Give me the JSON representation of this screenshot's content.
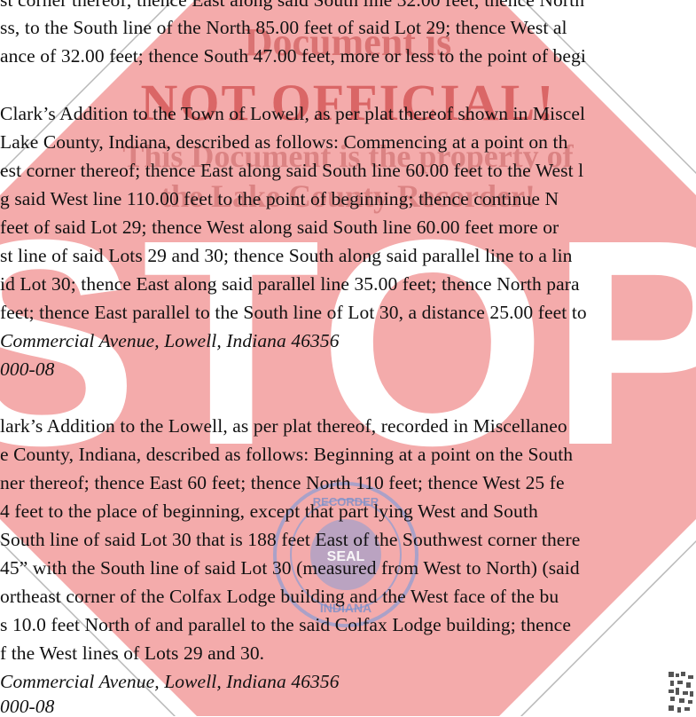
{
  "document": {
    "lines": [
      "st corner thereof; thence East along said South line 32.00 feet; thence North",
      "ss, to the South line of the North 85.00 feet of said Lot 29; thence West al",
      "ance of 32.00 feet; thence South 47.00 feet, more or less to the point of begi",
      "",
      "Clark’s Addition to the Town of Lowell, as per plat thereof shown in Miscel",
      "Lake County, Indiana, described as follows:  Commencing at a point on th",
      "est corner thereof; thence East along said South line 60.00 feet to the West l",
      "g said West line 110.00 feet to the point of beginning; thence continue N",
      "feet of said Lot 29; thence West along said South line 60.00 feet more or",
      "st line of said Lots 29 and 30; thence South along said parallel line to a lin",
      "id Lot 30; thence East along said parallel line 35.00 feet; thence North para",
      "feet; thence East parallel to the South line of Lot 30, a distance 25.00 feet to",
      "Commercial Avenue, Lowell, Indiana 46356",
      "000-08",
      "",
      "lark’s Addition to the Lowell, as per plat thereof, recorded in Miscellaneo",
      "e County, Indiana, described as follows:  Beginning at a point on the South",
      "ner thereof; thence East 60 feet; thence North 110 feet; thence West 25 fe",
      "4 feet to the place of beginning, except that part lying West and South",
      "South line of said Lot 30 that is 188 feet East of the Southwest corner there",
      "45” with the South line of said Lot 30 (measured from West to North) (said",
      "ortheast corner of the Colfax Lodge building and the West face of the bu",
      "s 10.0 feet North of and parallel to the said Colfax Lodge building; thence",
      "f the West lines of Lots 29 and 30.",
      "Commercial Avenue, Lowell, Indiana 46356",
      "000-08"
    ]
  },
  "watermark": {
    "line1": "Document is",
    "line2": "NOT OFFICIAL!",
    "line3": "This Document is the property of",
    "line4": "the Lake County Recorder!",
    "stop_text": "STOP"
  },
  "seal": {
    "top_text": "RECORDER",
    "bottom_text": "INDIANA",
    "center_text": "SEAL"
  },
  "colors": {
    "stop_red": "#f08a8a",
    "stop_white": "#ffffff",
    "watermark_text": "#c94a4a",
    "seal_blue": "#7b8fc8",
    "outline": "#b0b0b0"
  }
}
